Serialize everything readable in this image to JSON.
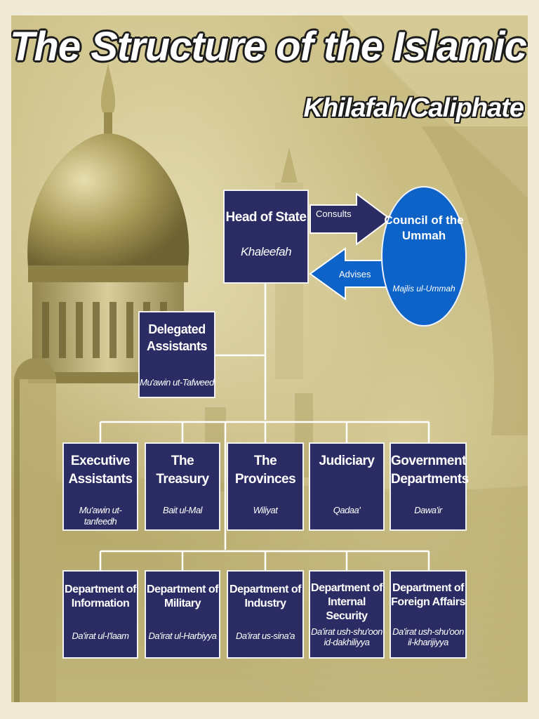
{
  "title": "The Structure of the Islamic State",
  "subtitle": "Khilafah/Caliphate",
  "colors": {
    "box_fill": "#2b2c63",
    "council_fill": "#0e63c9",
    "connector": "#ffffff",
    "arrow": "#2b2c63"
  },
  "head": {
    "name": "Head of State",
    "sub": "Khaleefah"
  },
  "council": {
    "name": "Council of the Ummah",
    "sub": "Majlis ul-Ummah"
  },
  "arrows": {
    "consults": "Consults",
    "advises": "Advises"
  },
  "delegated": {
    "name": "Delegated Assistants",
    "sub": "Mu'awin ut-Tafweed"
  },
  "row1": [
    {
      "name": "Executive Assistants",
      "sub": "Mu'awin ut-tanfeedh"
    },
    {
      "name": "The Treasury",
      "sub": "Bait ul-Mal"
    },
    {
      "name": "The Provinces",
      "sub": "Wiliyat"
    },
    {
      "name": "Judiciary",
      "sub": "Qadaa'"
    },
    {
      "name": "Government Departments",
      "sub": "Dawa'ir"
    }
  ],
  "row2": [
    {
      "name": "Department of Information",
      "sub": "Da'irat ul-I'laam"
    },
    {
      "name": "Department of Military",
      "sub": "Da'irat ul-Harbiyya"
    },
    {
      "name": "Department of Industry",
      "sub": "Da'irat us-sina'a"
    },
    {
      "name": "Department of Internal Security",
      "sub": "Da'irat ush-shu'oon id-dakhiliyya"
    },
    {
      "name": "Department of Foreign Affairs",
      "sub": "Da'irat ush-shu'oon il-kharijiyya"
    }
  ]
}
